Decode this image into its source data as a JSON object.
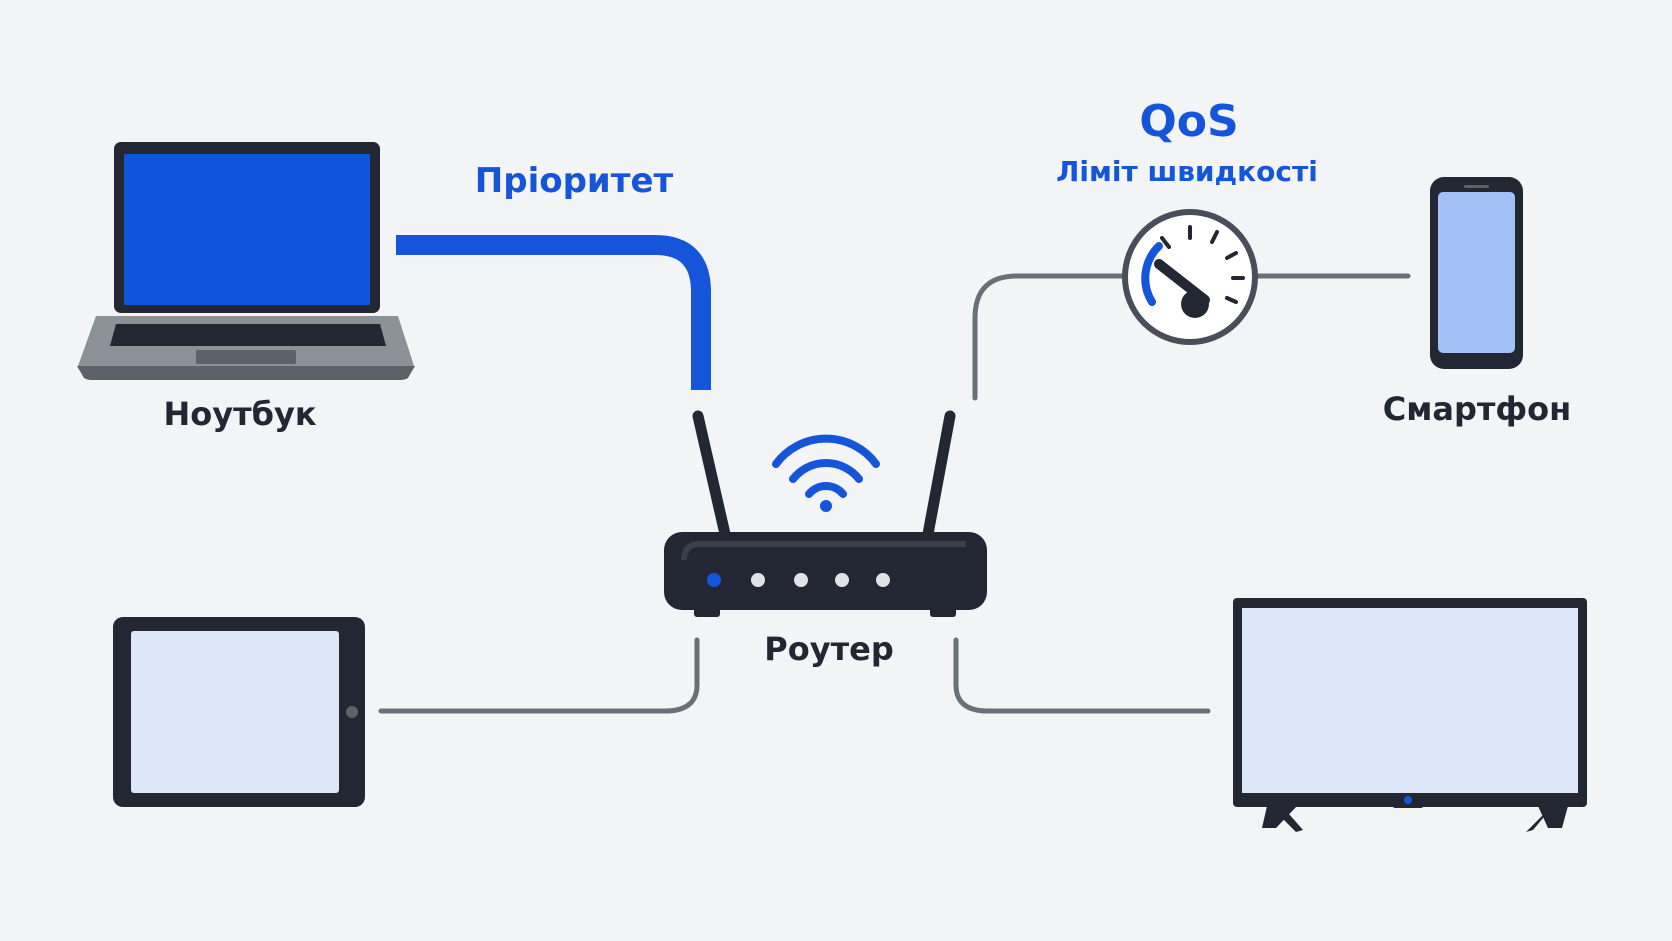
{
  "devices": {
    "laptop": "Ноутбук",
    "smartphone": "Смартфон",
    "router": "Роутер"
  },
  "annotations": {
    "priority": "Пріоритет",
    "qos_title": "QoS",
    "qos_subtitle": "Ліміт швидкості"
  },
  "colors": {
    "background": "#f3f4f6",
    "accent_blue": "#1455d9",
    "device_dark": "#222733",
    "screen_light": "#dce7f9",
    "link_gray": "#6b6f78"
  },
  "icons": [
    "laptop-icon",
    "smartphone-icon",
    "tablet-icon",
    "tv-icon",
    "router-icon",
    "wifi-icon",
    "speedometer-icon"
  ]
}
